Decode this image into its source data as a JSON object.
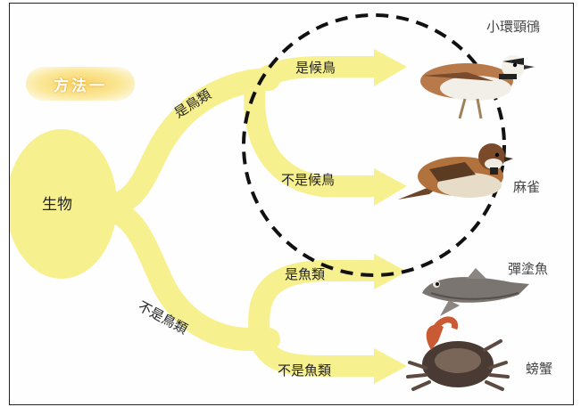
{
  "method_badge": "方法一",
  "root": {
    "label": "生物"
  },
  "branches": [
    {
      "label": "是鳥類",
      "children": [
        {
          "label": "是候鳥",
          "animal": "小環頸鴴",
          "icon": "plover-bird-icon"
        },
        {
          "label": "不是候鳥",
          "animal": "麻雀",
          "icon": "sparrow-icon"
        }
      ]
    },
    {
      "label": "不是鳥類",
      "children": [
        {
          "label": "是魚類",
          "animal": "彈塗魚",
          "icon": "mudskipper-icon"
        },
        {
          "label": "不是魚類",
          "animal": "螃蟹",
          "icon": "crab-icon"
        }
      ]
    }
  ],
  "colors": {
    "branch_fill": "#f7f08e",
    "branch_stroke": "#e9e070",
    "circle": "#111111",
    "badge": "#f7d060"
  }
}
